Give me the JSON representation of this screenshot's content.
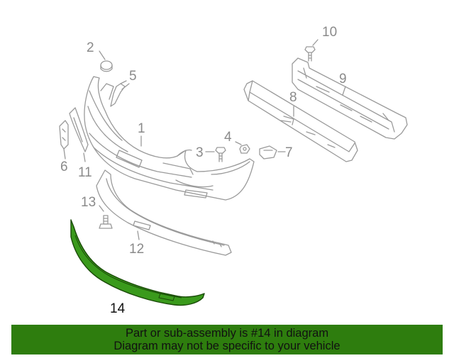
{
  "diagram": {
    "colors": {
      "outline": "#9a9a9a",
      "highlight_fill": "#3a9a1c",
      "highlight_stroke": "#1a4a08",
      "label_gray": "#8a8a8a",
      "label_highlight": "#111111"
    },
    "callouts": [
      {
        "id": "1",
        "label": "1",
        "part": "bumper-cover"
      },
      {
        "id": "2",
        "label": "2",
        "part": "plug"
      },
      {
        "id": "3",
        "label": "3",
        "part": "bolt"
      },
      {
        "id": "4",
        "label": "4",
        "part": "nut"
      },
      {
        "id": "5",
        "label": "5",
        "part": "bracket"
      },
      {
        "id": "6",
        "label": "6",
        "part": "side-bracket"
      },
      {
        "id": "7",
        "label": "7",
        "part": "retainer-clip"
      },
      {
        "id": "8",
        "label": "8",
        "part": "energy-absorber"
      },
      {
        "id": "9",
        "label": "9",
        "part": "reinforcement-bar"
      },
      {
        "id": "10",
        "label": "10",
        "part": "bolt"
      },
      {
        "id": "11",
        "label": "11",
        "part": "side-guide"
      },
      {
        "id": "12",
        "label": "12",
        "part": "lower-valance"
      },
      {
        "id": "13",
        "label": "13",
        "part": "bolt"
      },
      {
        "id": "14",
        "label": "14",
        "part": "air-deflector",
        "highlighted": true
      }
    ]
  },
  "banner": {
    "line1": "Part or sub-assembly is #14 in diagram",
    "line2": "Diagram may not be specific to your vehicle",
    "background": "#2e7d0e"
  }
}
